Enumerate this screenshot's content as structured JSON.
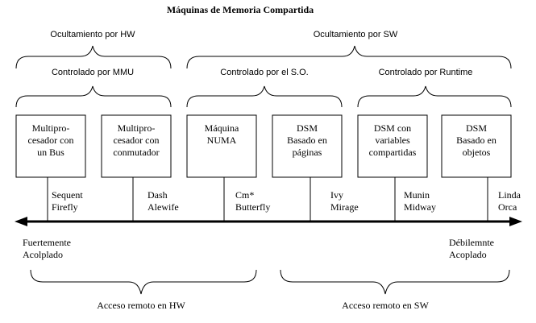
{
  "title": "Máquinas de Memoria Compartida",
  "top_groups": [
    "Ocultamiento por HW",
    "Ocultamiento por SW"
  ],
  "sub_groups": [
    "Controlado por MMU",
    "Controlado por el S.O.",
    "Controlado por Runtime"
  ],
  "machine_boxes": [
    [
      "Multipro-",
      "cesador con",
      "un Bus"
    ],
    [
      "Multipro-",
      "cesador con",
      "conmutador"
    ],
    [
      "Máquina",
      "NUMA"
    ],
    [
      "DSM",
      "Basado en",
      "páginas"
    ],
    [
      "DSM con",
      "variables",
      "compartidas"
    ],
    [
      "DSM",
      "Basado en",
      "objetos"
    ]
  ],
  "examples": [
    [
      "Sequent",
      "Firefly"
    ],
    [
      "Dash",
      "Alewife"
    ],
    [
      "Cm*",
      "Butterfly"
    ],
    [
      "Ivy",
      "Mirage"
    ],
    [
      "Munin",
      "Midway"
    ],
    [
      "Linda",
      "Orca"
    ]
  ],
  "axis_ends": {
    "left": [
      "Fuertemente",
      "Acolplado"
    ],
    "right": [
      "Débilemnte",
      "Acoplado"
    ]
  },
  "bottom_groups": [
    "Acceso remoto en HW",
    "Acceso remoto en SW"
  ]
}
